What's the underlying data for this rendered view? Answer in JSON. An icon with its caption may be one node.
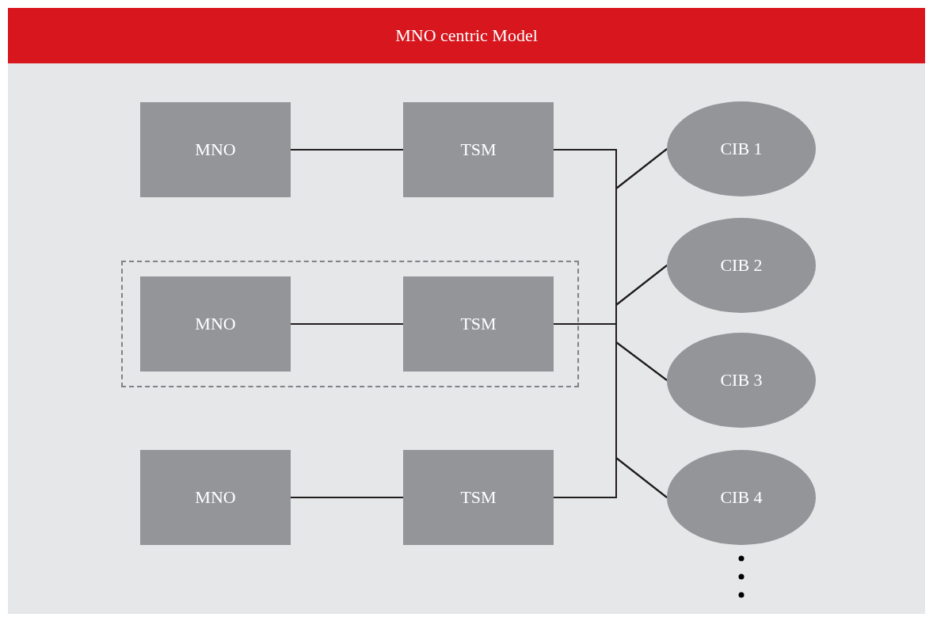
{
  "diagram": {
    "title": "MNO centric Model",
    "nodes": [
      {
        "text": [
          "MNO"
        ]
      },
      {
        "text": [
          "TSM"
        ]
      },
      {
        "text": [
          "CIB 1"
        ]
      },
      {
        "text": [],
        "shape": "box"
      },
      {
        "text": [
          "MNO"
        ],
        "in": 3
      },
      {
        "text": [
          "TSM"
        ],
        "in": 3
      },
      {
        "text": [
          "CIB 2"
        ]
      },
      {
        "text": [
          "CIB 3"
        ]
      },
      {
        "text": [
          "MNO"
        ]
      },
      {
        "text": [
          "TSM"
        ]
      },
      {
        "text": [
          "CIB 4"
        ]
      }
    ],
    "edges": [
      {
        "from": 0,
        "to": 1,
        "arrow": "none"
      },
      {
        "from": 4,
        "to": 5,
        "arrow": "none"
      },
      {
        "from": 8,
        "to": 9,
        "arrow": "none"
      },
      {
        "from": 1,
        "to": 2,
        "arrow": "none"
      },
      {
        "from": 1,
        "to": 6,
        "arrow": "none"
      },
      {
        "from": 1,
        "to": 7,
        "arrow": "none"
      },
      {
        "from": 1,
        "to": 10,
        "arrow": "none"
      },
      {
        "from": 5,
        "to": 2,
        "arrow": "none"
      },
      {
        "from": 5,
        "to": 6,
        "arrow": "none"
      },
      {
        "from": 5,
        "to": 7,
        "arrow": "none"
      },
      {
        "from": 5,
        "to": 10,
        "arrow": "none"
      },
      {
        "from": 9,
        "to": 2,
        "arrow": "none"
      },
      {
        "from": 9,
        "to": 6,
        "arrow": "none"
      },
      {
        "from": 9,
        "to": 7,
        "arrow": "none"
      },
      {
        "from": 9,
        "to": 10,
        "arrow": "none"
      }
    ]
  }
}
